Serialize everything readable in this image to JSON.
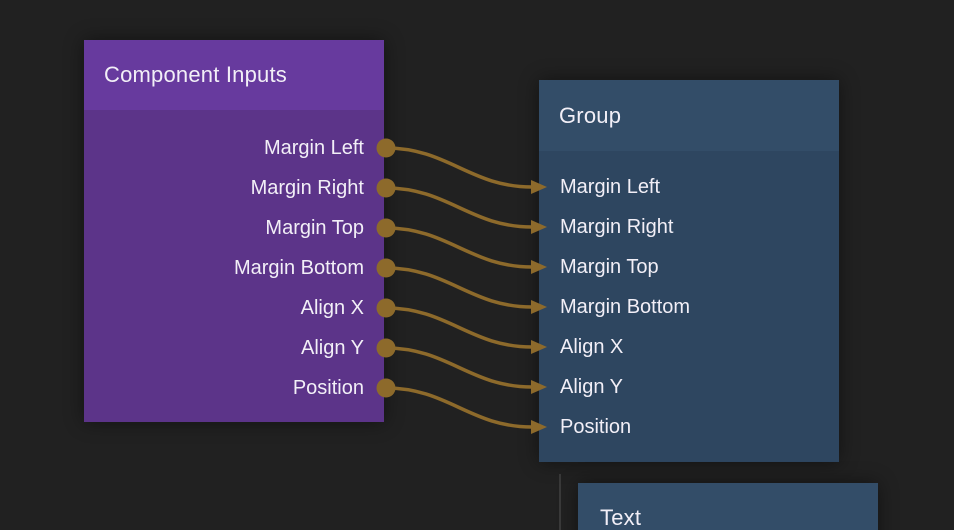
{
  "app": {
    "view": "node-graph-editor",
    "background": "#212121"
  },
  "palette": {
    "wire": "#8d6a2b",
    "dim_wire": "#3a3a3a",
    "node_text": "#f2eff7",
    "component_inputs_header": "#673a9e",
    "component_inputs_body": "#5c3489",
    "group_header": "#334d68",
    "group_body": "#2e4660",
    "text_header": "#334d68"
  },
  "nodes": [
    {
      "title": "Component Inputs",
      "outputs": [
        "Margin Left",
        "Margin Right",
        "Margin Top",
        "Margin Bottom",
        "Align X",
        "Align Y",
        "Position"
      ]
    },
    {
      "title": "Group",
      "inputs": [
        "Margin Left",
        "Margin Right",
        "Margin Top",
        "Margin Bottom",
        "Align X",
        "Align Y",
        "Position"
      ]
    },
    {
      "title": "Text"
    }
  ],
  "connections": [
    {
      "from_node": "Component Inputs",
      "from_port": "Margin Left",
      "to_node": "Group",
      "to_port": "Margin Left"
    },
    {
      "from_node": "Component Inputs",
      "from_port": "Margin Right",
      "to_node": "Group",
      "to_port": "Margin Right"
    },
    {
      "from_node": "Component Inputs",
      "from_port": "Margin Top",
      "to_node": "Group",
      "to_port": "Margin Top"
    },
    {
      "from_node": "Component Inputs",
      "from_port": "Margin Bottom",
      "to_node": "Group",
      "to_port": "Margin Bottom"
    },
    {
      "from_node": "Component Inputs",
      "from_port": "Align X",
      "to_node": "Group",
      "to_port": "Align X"
    },
    {
      "from_node": "Component Inputs",
      "from_port": "Align Y",
      "to_node": "Group",
      "to_port": "Align Y"
    },
    {
      "from_node": "Component Inputs",
      "from_port": "Position",
      "to_node": "Group",
      "to_port": "Position"
    }
  ]
}
